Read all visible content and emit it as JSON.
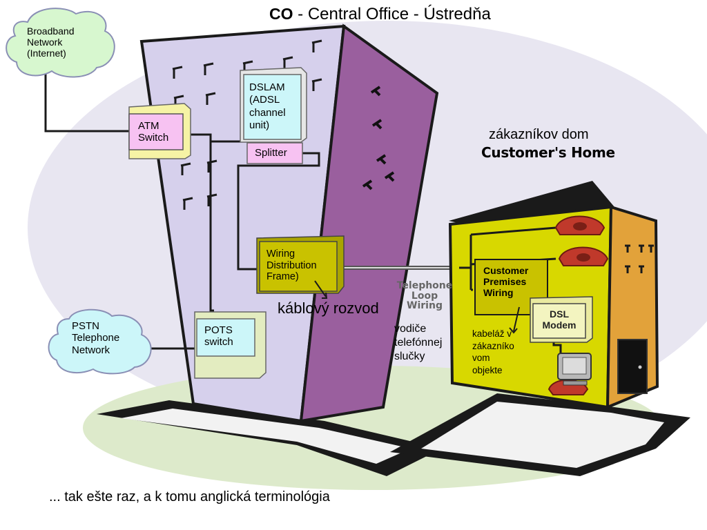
{
  "title": {
    "co_word": "CO",
    "rest": " - Central Office - Ústredňa"
  },
  "clouds": {
    "broadband": [
      "Broadband",
      "Network",
      "(Internet)"
    ],
    "pstn": [
      "PSTN",
      "Telephone",
      "Network"
    ]
  },
  "boxes": {
    "atm": [
      "ATM",
      "Switch"
    ],
    "dslam": [
      "DSLAM",
      "(ADSL",
      "channel",
      "unit)"
    ],
    "splitter": "Splitter",
    "wiring_frame": [
      "Wiring",
      "Distribution",
      "Frame)"
    ],
    "pots": [
      "POTS",
      "switch"
    ],
    "cpw": [
      "Customer",
      "Premises",
      "Wiring"
    ],
    "modem": [
      "DSL",
      "Modem"
    ]
  },
  "labels": {
    "customers_home_sk": "zákazníkov dom",
    "customers_home_en": "Customer's Home",
    "telephone_loop": [
      "Telephone",
      "Loop",
      "Wiring"
    ],
    "cable_distribution": "káblový rozvod",
    "loop_conductors": [
      "vodiče",
      "telefónnej",
      "slučky"
    ],
    "premises_cabling": [
      "kabeláž v",
      "zákazníko",
      "vom",
      "objekte"
    ]
  },
  "caption": "... tak ešte raz, a k tomu anglická terminológia",
  "colors": {
    "lavender": "#d6d0ec",
    "bg_lavender": "#e8e6f1",
    "bg_green": "#ddeacb",
    "purple": "#9a5f9e",
    "olive": "#c9c200",
    "house_front": "#d8d800",
    "house_side": "#e2a23a",
    "cyan": "#ccf6f9",
    "pink": "#f7c2f2",
    "green_cloud": "#d7f7cf",
    "red_phone": "#c0392b"
  },
  "icons": [
    "cloud-icon",
    "telephone-icon",
    "computer-icon",
    "door-icon",
    "window-icon"
  ]
}
